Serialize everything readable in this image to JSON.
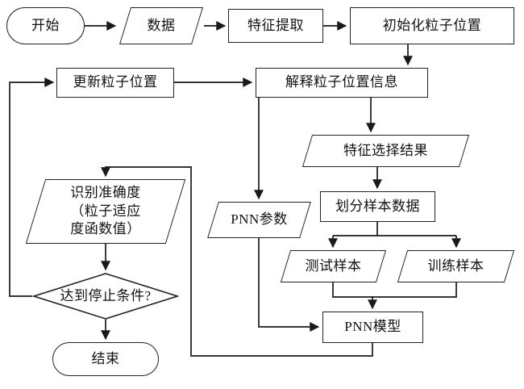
{
  "diagram": {
    "nodes": {
      "start": {
        "label": "开始"
      },
      "data": {
        "label": "数据"
      },
      "feature_extract": {
        "label": "特征提取"
      },
      "init_particles": {
        "label": "初始化粒子位置"
      },
      "update_particles": {
        "label": "更新粒子位置"
      },
      "interpret": {
        "label": "解释粒子位置信息"
      },
      "feature_result": {
        "label": "特征选择结果"
      },
      "split_samples": {
        "label": "划分样本数据"
      },
      "pnn_params": {
        "label": "PNN参数"
      },
      "test_samples": {
        "label": "测试样本"
      },
      "train_samples": {
        "label": "训练样本"
      },
      "pnn_model": {
        "label": "PNN模型"
      },
      "accuracy": {
        "label": "识别准确度\n（粒子适应\n度函数值）"
      },
      "stop_condition": {
        "label": "达到停止条件?"
      },
      "end": {
        "label": "结束"
      }
    },
    "colors": {
      "line": "#1a1a1a",
      "node_border": "#222222",
      "background": "#ffffff"
    }
  }
}
